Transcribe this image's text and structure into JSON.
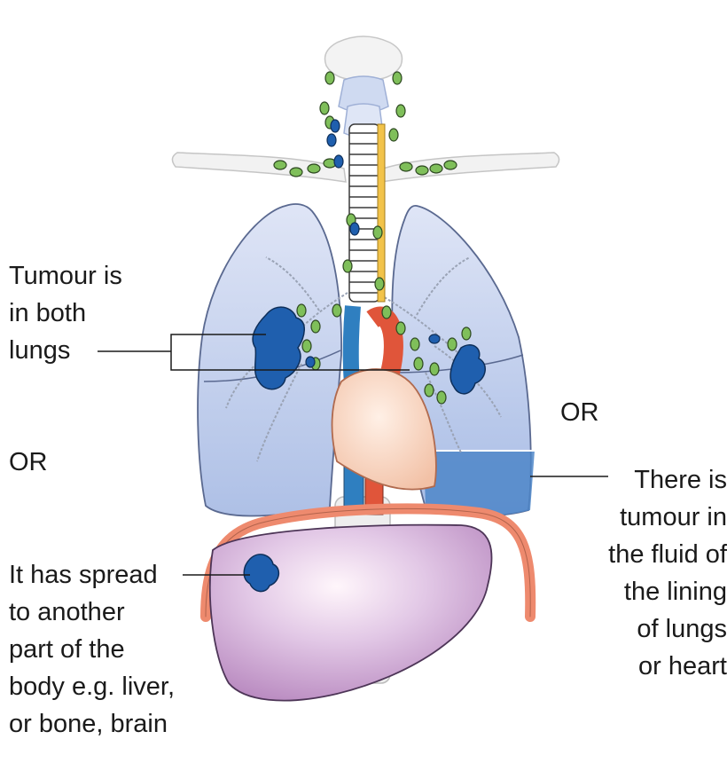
{
  "labels": {
    "both_lungs": [
      "Tumour is",
      "in both",
      "lungs"
    ],
    "or_left": "OR",
    "or_right": "OR",
    "fluid": [
      "There is",
      "tumour in",
      "the fluid of",
      "the lining",
      "of lungs",
      "or heart"
    ],
    "spread": [
      "It has spread",
      "to another",
      "part of the",
      "body e.g. liver,",
      "or bone, brain"
    ]
  },
  "colors": {
    "lung_fill": "#c9d3ee",
    "lung_fluid": "#4d86c8",
    "tumour": "#1f5fae",
    "lymph_node": "#7fbf5a",
    "heart": "#f7d4c0",
    "aorta": "#e0553a",
    "vena_cava": "#2f7fc0",
    "liver": "#d9b8dc",
    "diaphragm": "#ee8a6e",
    "trachea": "#ffffff",
    "bone": "#f1f1f1"
  }
}
